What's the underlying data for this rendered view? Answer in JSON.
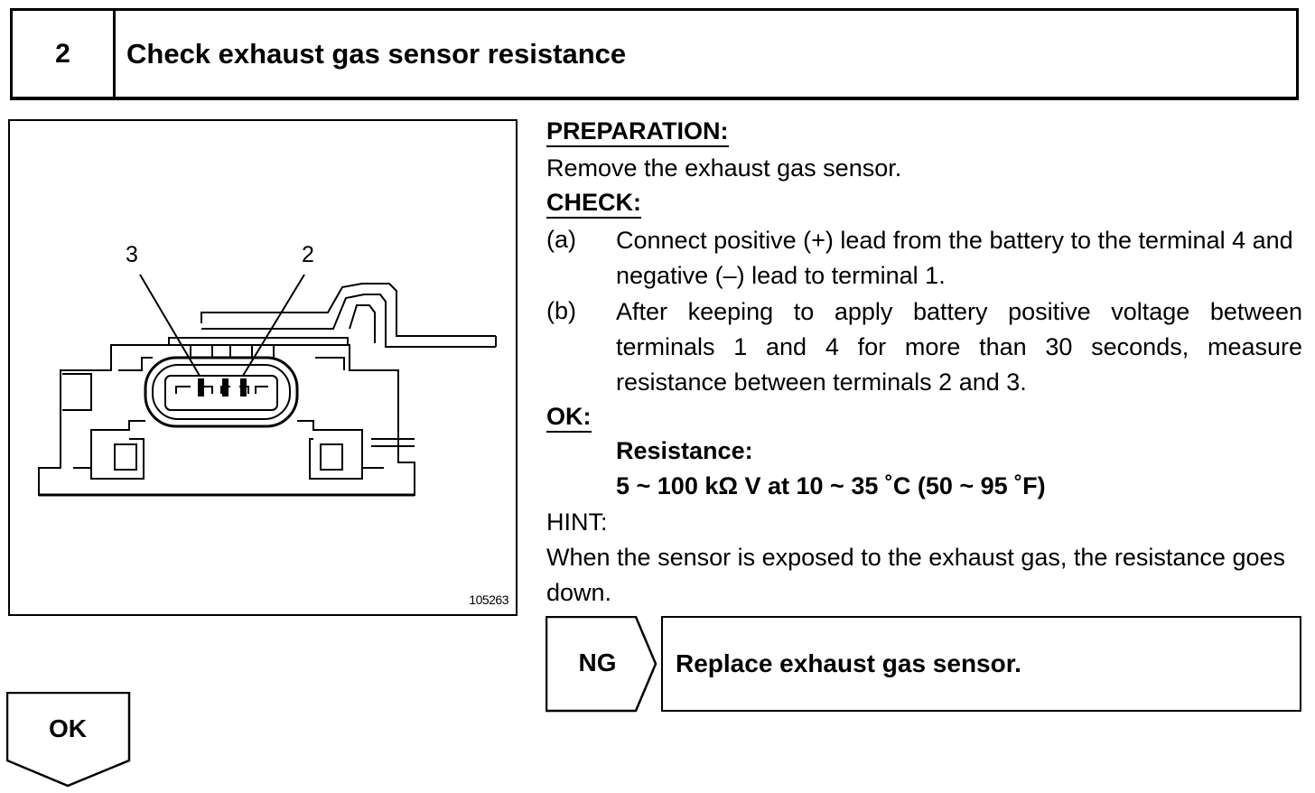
{
  "step": {
    "number": "2",
    "title": "Check exhaust gas sensor resistance"
  },
  "figure": {
    "terminal_labels": [
      "3",
      "2"
    ],
    "figure_id": "105263"
  },
  "preparation": {
    "heading": "PREPARATION:",
    "text": "Remove the exhaust gas sensor."
  },
  "check": {
    "heading": "CHECK:",
    "items": [
      {
        "letter": "(a)",
        "text": "Connect positive (+) lead from the battery to the terminal 4 and negative (–) lead to terminal 1."
      },
      {
        "letter": "(b)",
        "text": "After keeping to apply battery positive voltage between terminals 1 and 4 for more than 30 seconds, measure resistance between terminals 2 and 3."
      }
    ]
  },
  "ok_spec": {
    "heading": "OK:",
    "label": "Resistance:",
    "value": "5 ~ 100 kΩ V at 10 ~ 35 ˚C (50 ~ 95 ˚F)"
  },
  "hint": {
    "heading": "HINT:",
    "text": "When the sensor is exposed to the exhaust gas, the resistance goes down."
  },
  "ng": {
    "label": "NG",
    "action": "Replace exhaust gas sensor."
  },
  "ok_flow": {
    "label": "OK"
  }
}
